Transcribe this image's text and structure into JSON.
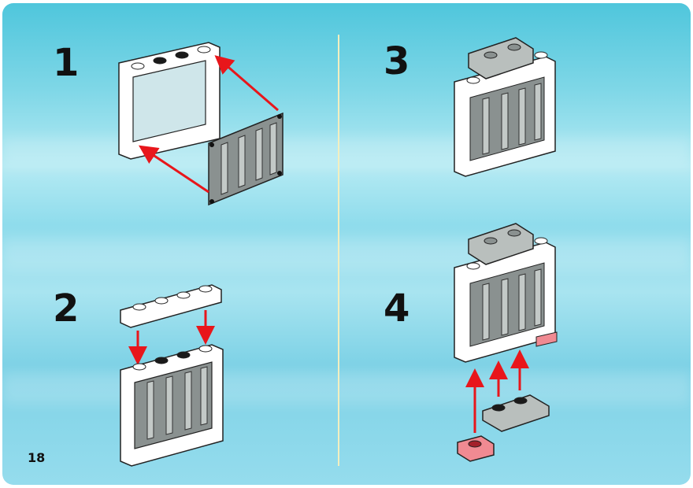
{
  "page_number": "18",
  "steps": [
    {
      "number": "1"
    },
    {
      "number": "2"
    },
    {
      "number": "3"
    },
    {
      "number": "4"
    }
  ],
  "colors": {
    "arrow": "#e8161b",
    "frame": "#ffffff",
    "grille": "#8a9190",
    "stud_dark": "#1a1a1a",
    "plate_light_gray": "#b9bfbd",
    "tile_red_trans": "#f08a92"
  }
}
